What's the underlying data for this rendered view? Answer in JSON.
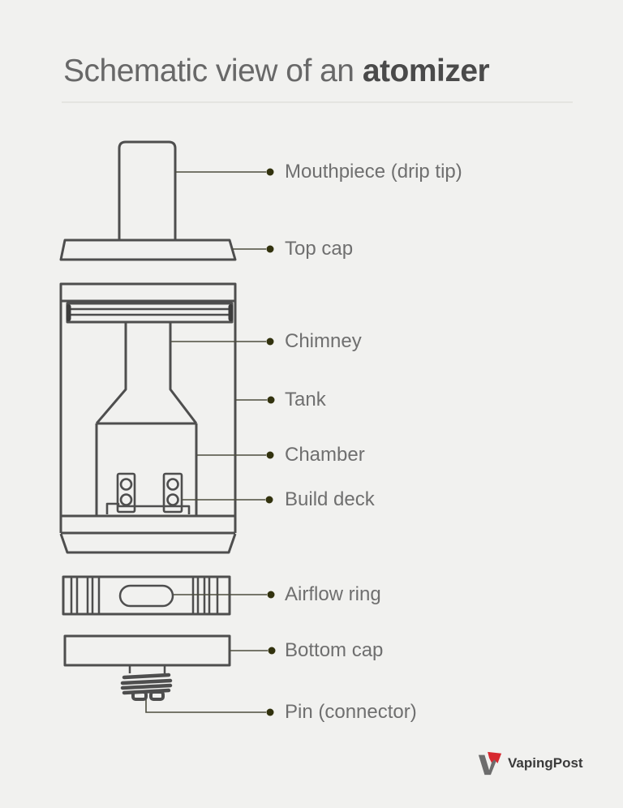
{
  "title": {
    "regular": "Schematic view of an ",
    "bold": "atomizer"
  },
  "parts": [
    {
      "id": "mouthpiece",
      "label": "Mouthpiece (drip tip)"
    },
    {
      "id": "top-cap",
      "label": "Top cap"
    },
    {
      "id": "chimney",
      "label": "Chimney"
    },
    {
      "id": "tank",
      "label": "Tank"
    },
    {
      "id": "chamber",
      "label": "Chamber"
    },
    {
      "id": "build-deck",
      "label": "Build deck"
    },
    {
      "id": "airflow-ring",
      "label": "Airflow ring"
    },
    {
      "id": "bottom-cap",
      "label": "Bottom cap"
    },
    {
      "id": "pin",
      "label": "Pin (connector)"
    }
  ],
  "logo": {
    "text": "VapingPost"
  },
  "colors": {
    "background": "#f1f1ef",
    "line_stroke": "#4e4e4e",
    "label_text": "#6f6f6f",
    "title_regular": "#686868",
    "title_bold": "#4a4a4a",
    "leader_dot": "#32320e",
    "logo_red": "#d7282f",
    "logo_gray": "#6d6d6d"
  }
}
